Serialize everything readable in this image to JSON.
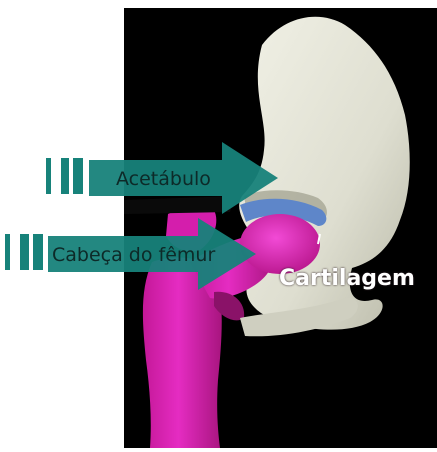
{
  "labels": {
    "acetabulum": "Acetábulo",
    "femoral_head": "Cabeça do fêmur",
    "cartilage": "Cartilagem"
  },
  "colors": {
    "background_photo": "#000000",
    "bone": "#e6e6d9",
    "femur": "#e020b8",
    "cartilage": "#5e86c9",
    "label_box": "#17827a",
    "page": "#ffffff"
  }
}
